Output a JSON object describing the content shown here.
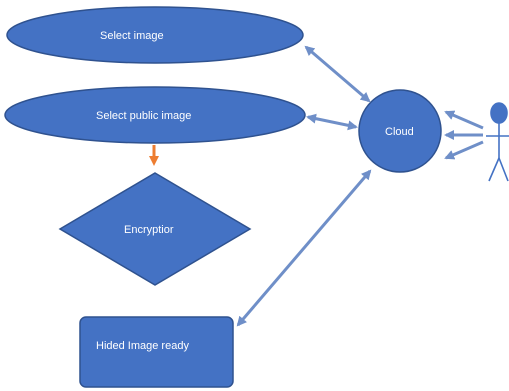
{
  "nodes": {
    "select_image": {
      "label": "Select image"
    },
    "select_public_image": {
      "label": "Select public image"
    },
    "encryption": {
      "label": "Encryptior"
    },
    "hided_image": {
      "label": "Hided Image ready"
    },
    "cloud": {
      "label": "Cloud"
    }
  },
  "colors": {
    "shape_fill": "#4472C4",
    "shape_stroke": "#2F528F",
    "connector": "#6F8FC8",
    "down_arrow": "#ED7D31",
    "actor": "#4472C4"
  },
  "icons": {
    "user": "stick-figure-user-icon"
  }
}
